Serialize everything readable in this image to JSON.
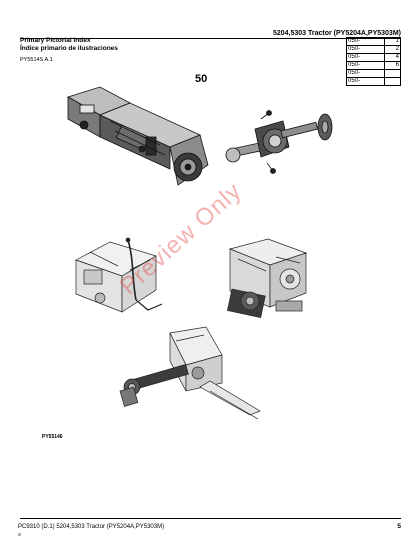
{
  "header": {
    "title": "5204,5303 Tractor  (PY5204A,PY5303M)"
  },
  "index": {
    "title_en": "Primary Pictorial Index",
    "title_es": "Índice primario de ilustraciones",
    "doc_code": "PY5514S A.1"
  },
  "ref_table": [
    {
      "code": "050-",
      "page": "1"
    },
    {
      "code": "050-",
      "page": "2"
    },
    {
      "code": "050-",
      "page": "4"
    },
    {
      "code": "050-",
      "page": "6"
    },
    {
      "code": "050-",
      "page": ""
    },
    {
      "code": "050-",
      "page": ""
    }
  ],
  "section_number": "50",
  "figure_code": "PY55146",
  "watermark": "Preview Only",
  "footer": {
    "doc": "PC9310    (D.1)      5204,5303 Tractor  (PY5204A,PY5303M)",
    "page": "5",
    "sub": "S"
  },
  "illustrations": [
    "transmission-assembly",
    "rear-axle-assembly",
    "tractor-frame-front-view",
    "rear-transmission-housing",
    "front-axle-drive-shaft"
  ]
}
